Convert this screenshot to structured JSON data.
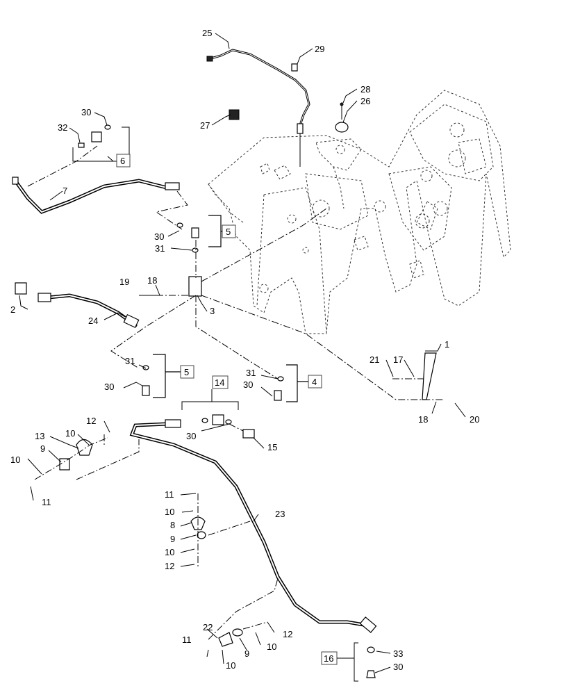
{
  "callouts": {
    "c25": "25",
    "c29": "29",
    "c28": "28",
    "c26": "26",
    "c27": "27",
    "c30a": "30",
    "c32": "32",
    "c6": "6",
    "c7": "7",
    "c30b": "30",
    "c5a": "5",
    "c31a": "31",
    "c19": "19",
    "c18a": "18",
    "c2": "2",
    "c3": "3",
    "c24": "24",
    "c31b": "31",
    "c5b": "5",
    "c30c": "30",
    "c31c": "31",
    "c4": "4",
    "c30d": "30",
    "c21": "21",
    "c17": "17",
    "c1": "1",
    "c18b": "18",
    "c20": "20",
    "c14": "14",
    "c30e": "30",
    "c15": "15",
    "c12a": "12",
    "c13": "13",
    "c10a": "10",
    "c9a": "9",
    "c10b": "10",
    "c11a": "11",
    "c23": "23",
    "c11b": "11",
    "c10c": "10",
    "c8": "8",
    "c9b": "9",
    "c10d": "10",
    "c12b": "12",
    "c22": "22",
    "c11c": "11",
    "c9c": "9",
    "c10e": "10",
    "c12c": "12",
    "c10f": "10",
    "c16": "16",
    "c33": "33",
    "c30f": "30"
  }
}
